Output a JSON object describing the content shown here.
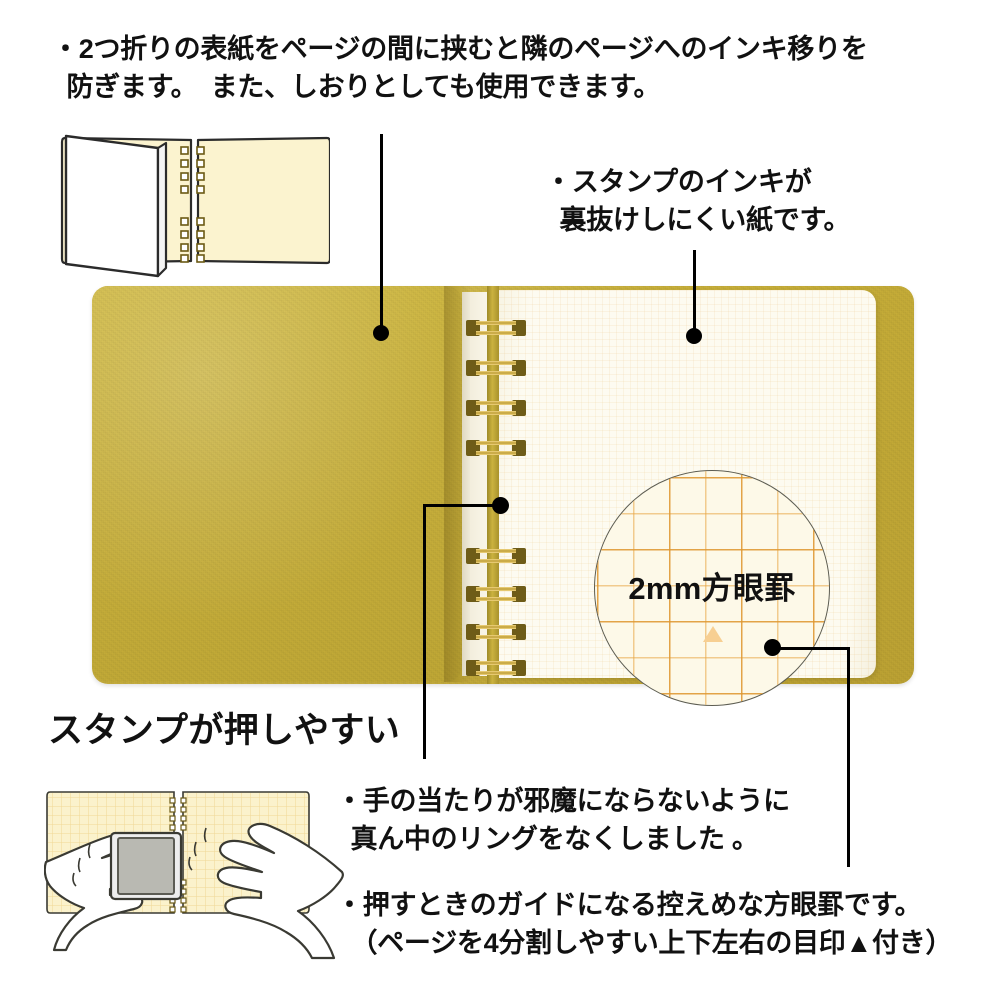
{
  "document": {
    "type": "product-feature-infographic",
    "language": "ja",
    "background_color": "#ffffff"
  },
  "colors": {
    "cover": "#c9b13f",
    "cover_light": "#d3bc46",
    "paper": "#fdfbf0",
    "grid_line": "#e8a642",
    "ring_gold": "#c9a93c",
    "text": "#111111",
    "marker_triangle": "#f7cf92"
  },
  "callouts": {
    "cover_insert": {
      "text": "・2つ折りの表紙をページの間に挟むと隣のページへのインキ移りを\n  防ぎます。　また、しおりとしても使用できます。"
    },
    "ink_bleed": {
      "text": "・スタンプのインキが\n  裏抜けしにくい紙です。"
    },
    "stamp_heading": {
      "text": "スタンプが押しやすい"
    },
    "center_ring": {
      "text": "・手の当たりが邪魔にならないように\n  真ん中のリングをなくしました 。"
    },
    "grid_guide": {
      "text": "・押すときのガイドになる控えめな方眼罫です。\n  （ページを4分割しやすい上下左右の目印▲付き）"
    }
  },
  "magnifier": {
    "label": "2mm方眼罫",
    "grid_size_mm": 2,
    "marker_icon": "triangle-marker"
  },
  "illustrations": {
    "folded_cover": {
      "name": "folded-cover-between-pages",
      "ring_hole_clusters": 2,
      "holes_per_cluster": 4
    },
    "hands_stamping": {
      "name": "hands-holding-stamp-over-notebook",
      "ring_hole_clusters": 2,
      "holes_per_cluster": 4
    }
  },
  "notebook": {
    "name": "ring-notebook-open",
    "ring_clusters": [
      {
        "position": "top",
        "rings": 4
      },
      {
        "position": "bottom",
        "rings": 4
      }
    ],
    "center_ring_gap": true
  }
}
